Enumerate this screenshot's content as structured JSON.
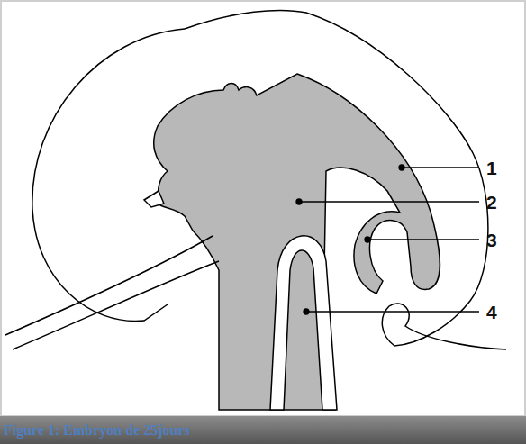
{
  "diagram": {
    "caption": "Figure 1: Embryon de 25jours",
    "labels": [
      "1",
      "2",
      "3",
      "4"
    ]
  }
}
